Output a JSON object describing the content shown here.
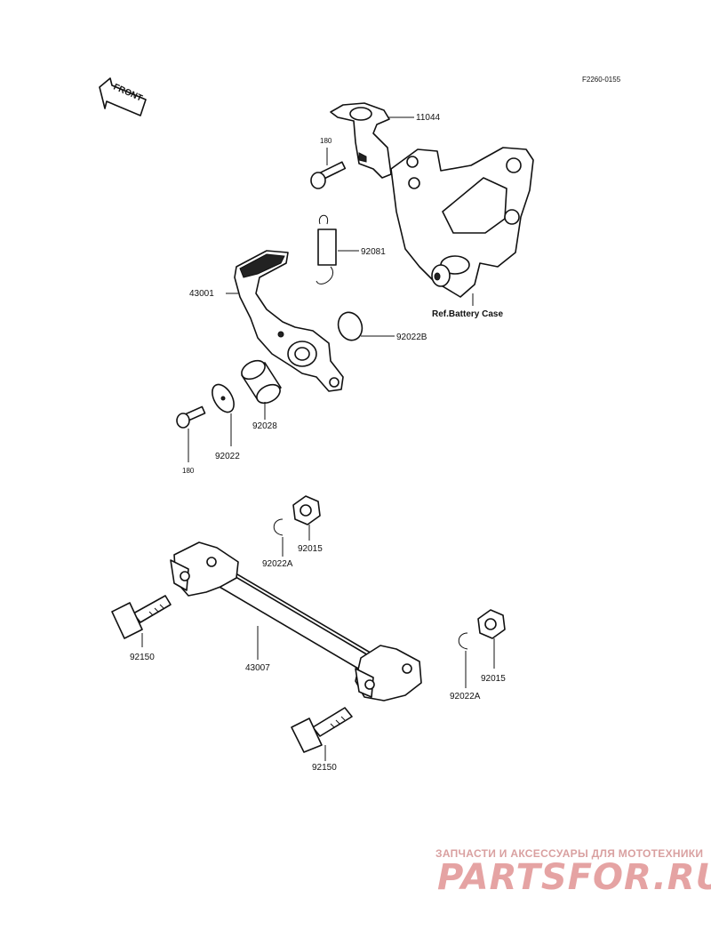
{
  "diagram_code": "F2260-0155",
  "front_label": "FRONT",
  "labels": {
    "p11044": "11044",
    "p180_top": "180",
    "p92081": "92081",
    "p43001": "43001",
    "ref_battery_case": "Ref.Battery Case",
    "p92022B": "92022B",
    "p92028": "92028",
    "p180_bottom": "180",
    "p92022": "92022",
    "p92015_top": "92015",
    "p92022A_top": "92022A",
    "p92150_left": "92150",
    "p43007": "43007",
    "p92015_right": "92015",
    "p92022A_right": "92022A",
    "p92150_bottom": "92150"
  },
  "watermark": {
    "tagline": "ЗАПЧАСТИ И АКСЕССУАРЫ ДЛЯ МОТОТЕХНИКИ",
    "brand": "PARTSFOR.RU"
  },
  "colors": {
    "line": "#111111",
    "background": "#ffffff",
    "watermark": "#e5a3a3"
  }
}
